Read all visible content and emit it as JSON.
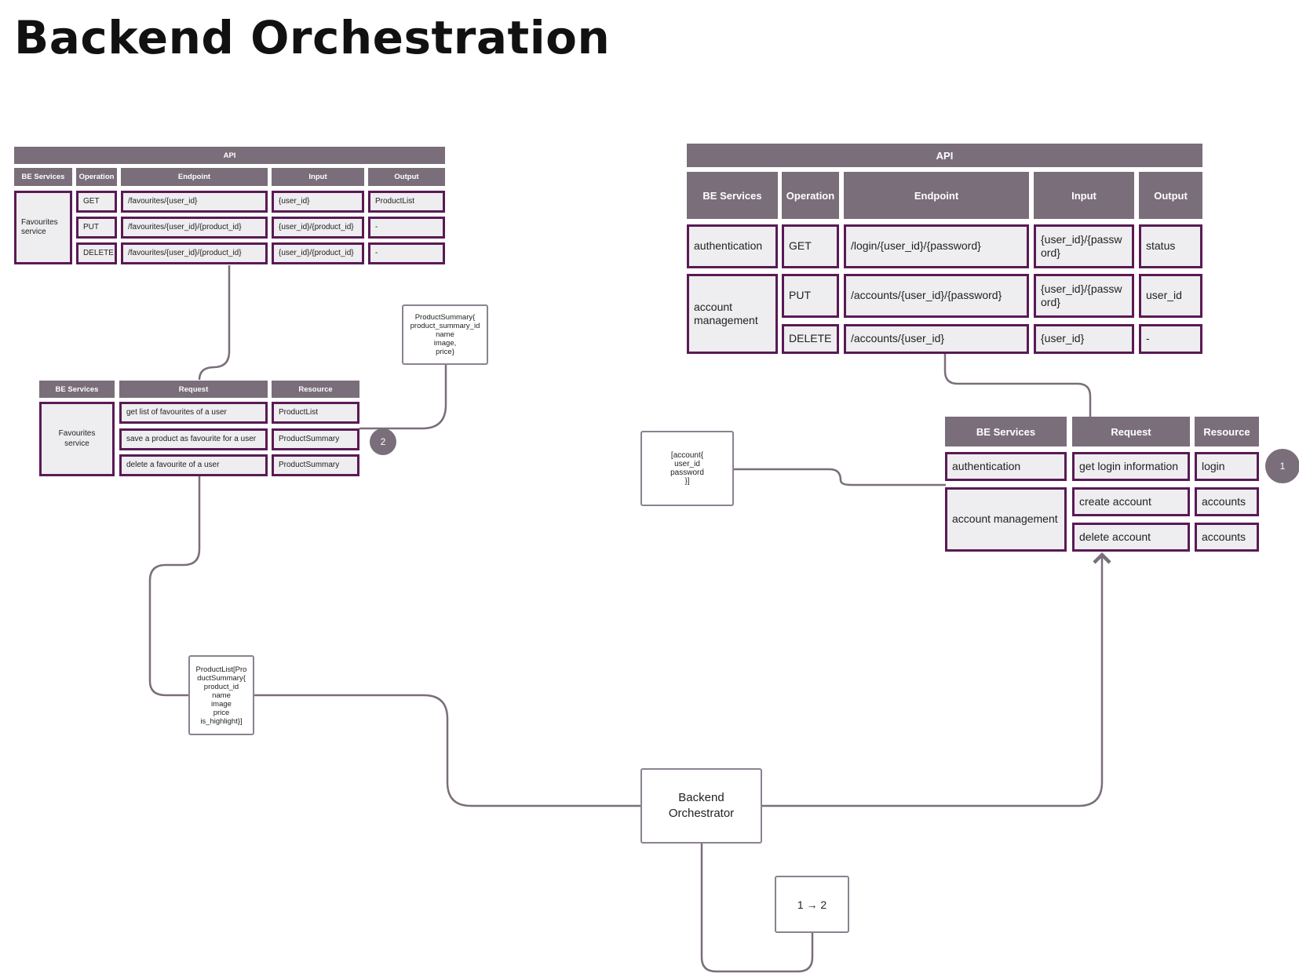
{
  "title": "Backend Orchestration",
  "api_label": "API",
  "favourites": {
    "api": {
      "headers": [
        "BE Services",
        "Operation",
        "Endpoint",
        "Input",
        "Output"
      ],
      "service": "Favourites service",
      "rows": [
        {
          "operation": "GET",
          "endpoint": "/favourites/{user_id}",
          "input": "{user_id}",
          "output": "ProductList"
        },
        {
          "operation": "PUT",
          "endpoint": "/favourites/{user_id}/{product_id}",
          "input": "{user_id}/{product_id}",
          "output": "-"
        },
        {
          "operation": "DELETE",
          "endpoint": "/favourites/{user_id}/{product_id}",
          "input": "{user_id}/{product_id}",
          "output": "-"
        }
      ]
    },
    "requests": {
      "headers": [
        "BE Services",
        "Request",
        "Resource"
      ],
      "service": "Favourites service",
      "rows": [
        {
          "request": "get list of favourites of a user",
          "resource": "ProductList"
        },
        {
          "request": "save a product as favourite for a user",
          "resource": "ProductSummary"
        },
        {
          "request": "delete a favourite  of a user",
          "resource": "ProductSummary"
        }
      ]
    },
    "badge": "2",
    "product_summary_note": "ProductSummary{\nproduct_summary_id\nname\nimage,\nprice}",
    "product_list_note": "ProductList[Pro\nductSummary{\nproduct_id\nname\nimage\nprice\nis_highlight}]"
  },
  "accounts": {
    "api": {
      "headers": [
        "BE Services",
        "Operation",
        "Endpoint",
        "Input",
        "Output"
      ],
      "rows": [
        {
          "service": "authentication",
          "operation": "GET",
          "endpoint": "/login/{user_id}/{password}",
          "input": "{user_id}/{passw ord}",
          "output": "status"
        },
        {
          "service": "account management",
          "operation": "PUT",
          "endpoint": "/accounts/{user_id}/{password}",
          "input": "{user_id}/{passw ord}",
          "output": "user_id"
        },
        {
          "operation": "DELETE",
          "endpoint": "/accounts/{user_id}",
          "input": "{user_id}",
          "output": "-"
        }
      ]
    },
    "requests": {
      "headers": [
        "BE Services",
        "Request",
        "Resource"
      ],
      "rows": [
        {
          "service": "authentication",
          "request": "get login information",
          "resource": "login"
        },
        {
          "service": "account management",
          "request": "create account",
          "resource": "accounts"
        },
        {
          "request": "delete account",
          "resource": "accounts"
        }
      ]
    },
    "badge": "1",
    "account_note": "[account{\nuser_id\npassword\n}]"
  },
  "orchestrator": {
    "label": "Backend\nOrchestrator"
  },
  "sequence": {
    "label": "1 → 2"
  },
  "colors": {
    "header": "#7a6e7a",
    "cell_fill": "#eeedef",
    "cell_border": "#5a1a55",
    "connector": "#7a6e7a"
  }
}
